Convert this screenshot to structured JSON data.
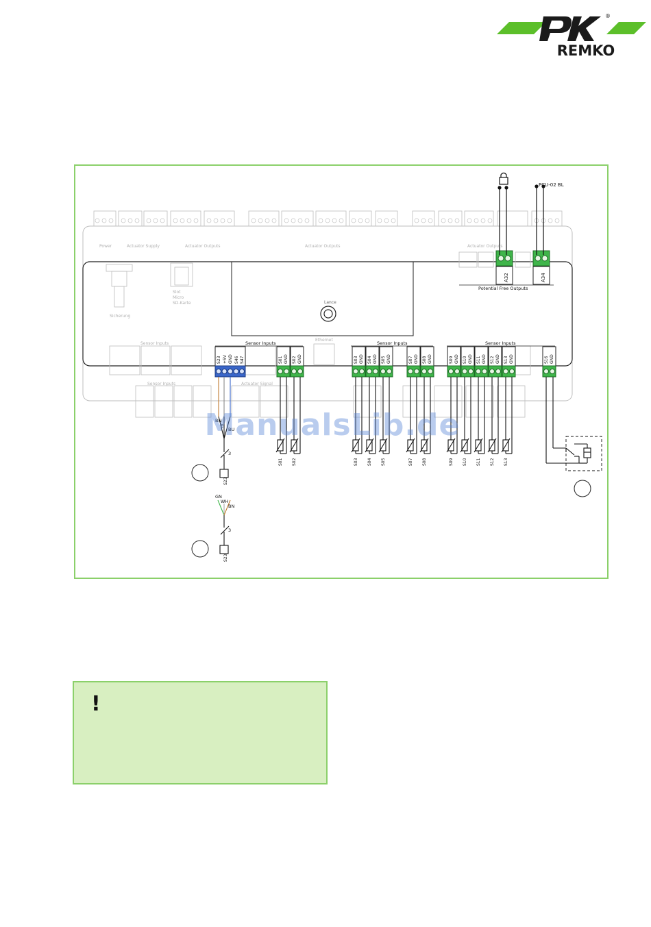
{
  "logo": {
    "text": "REMKO",
    "registered": "®",
    "accent_color": "#5cbf2a"
  },
  "watermark": "ManualsLib.de",
  "note": {
    "icon": "!",
    "icon_name": "exclamation-icon",
    "background": "#d8efc1",
    "border": "#8bd06a"
  },
  "diagram": {
    "frame_color": "#8bd06a",
    "group_labels": {
      "power": "Power",
      "actuator_supply": "Actuator Supply",
      "actuator_outputs_a": "Actuator Outputs",
      "actuator_outputs_b": "Actuator Outputs",
      "actuator_outputs_c": "Actuator Outputs",
      "potential_free_outputs": "Potential Free Outputs",
      "sensor_inputs_a": "Sensor Inputs",
      "sensor_inputs_b": "Sensor Inputs",
      "sensor_inputs_c": "Sensor Inputs",
      "sensor_inputs_d": "Sensor Inputs",
      "sensor_inputs_e": "Sensor Inputs",
      "actuator_signal": "Actuator Signal"
    },
    "board_labels": {
      "sicherung": "Sicherung",
      "slot": "Slot",
      "micro": "Micro",
      "sd_karte": "SD-Karte",
      "lance": "Lance",
      "ethernet": "Ethernet",
      "pcu": "PCU-02 BL"
    },
    "terminal_labels": {
      "a32": "A32",
      "a34": "A34",
      "s23_block": [
        "S23",
        "+5V",
        "GND",
        "S46",
        "S47"
      ],
      "s01_block": [
        "S01",
        "GND"
      ],
      "s02_block": [
        "S02",
        "GND"
      ],
      "s03_block": [
        "S03",
        "GND"
      ],
      "s04_block": [
        "S04",
        "GND"
      ],
      "s05_block": [
        "S05",
        "GND"
      ],
      "s07_block": [
        "S07",
        "GND"
      ],
      "s08_block": [
        "S08",
        "GND"
      ],
      "s09_block": [
        "S09",
        "GND"
      ],
      "s10_block": [
        "S10",
        "GND"
      ],
      "s11_block": [
        "S11",
        "GND"
      ],
      "s12_block": [
        "S12",
        "GND"
      ],
      "s13_block": [
        "S13",
        "GND"
      ],
      "s16_block": [
        "S16",
        "GND"
      ]
    },
    "sensor_labels": [
      "S01",
      "S02",
      "S03",
      "S04",
      "S05",
      "S07",
      "S08",
      "S09",
      "S10",
      "S11",
      "S12",
      "S13"
    ],
    "wire_labels": {
      "bn1": "BN",
      "e": "E",
      "bu": "BU",
      "gn": "GN",
      "wh": "WH",
      "bn2": "BN",
      "n1": "3",
      "n2": "3",
      "s23a": "S23",
      "s23b": "S23"
    },
    "callout_circles": 3,
    "terminal_green": "#3fb54a",
    "terminal_blue": "#3a66c9"
  }
}
